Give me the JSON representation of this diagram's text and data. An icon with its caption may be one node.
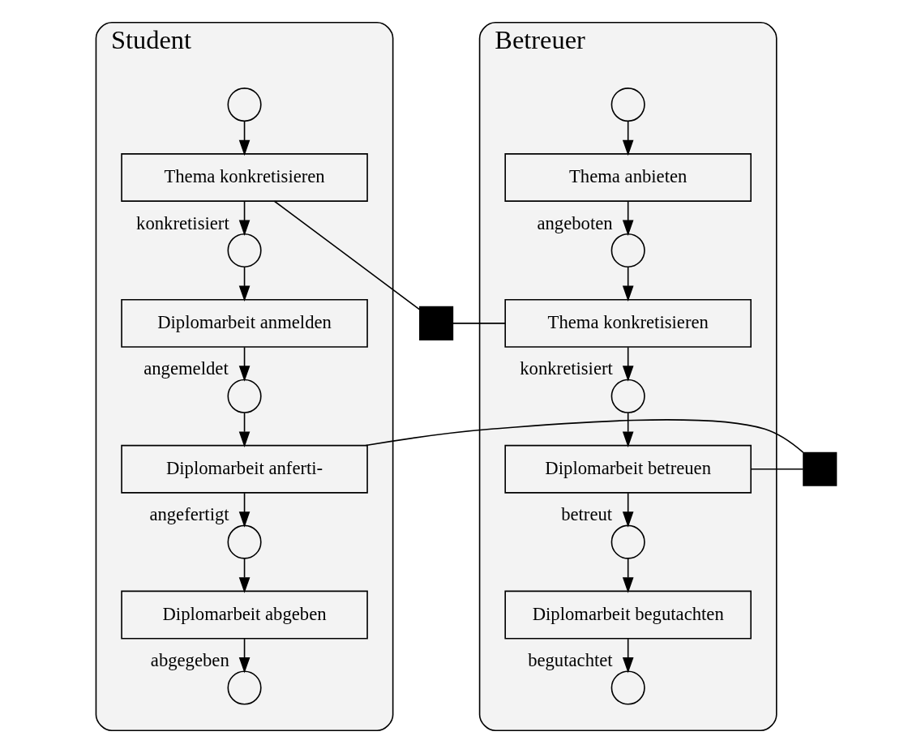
{
  "diagram": {
    "nodes": [
      {
        "text": [
          "Student"
        ]
      },
      {
        "text": [],
        "shape": "circle",
        "in": 0
      },
      {
        "text": [
          "Thema konkretisieren"
        ],
        "in": 0
      },
      {
        "text": [],
        "shape": "circle",
        "in": 0,
        "beside": [
          "konkretisiert"
        ]
      },
      {
        "text": [
          "Diplomarbeit anmelden"
        ],
        "in": 0
      },
      {
        "text": [],
        "shape": "circle",
        "in": 0,
        "beside": [
          "angemeldet"
        ]
      },
      {
        "text": [
          "Diplomarbeit anferti-"
        ],
        "in": 0
      },
      {
        "text": [],
        "shape": "circle",
        "in": 0,
        "beside": [
          "angefertigt"
        ]
      },
      {
        "text": [
          "Diplomarbeit abgeben"
        ],
        "in": 0
      },
      {
        "text": [],
        "shape": "circle",
        "in": 0,
        "beside": [
          "abgegeben"
        ]
      },
      {
        "text": [
          "Betreuer"
        ]
      },
      {
        "text": [],
        "shape": "circle",
        "in": 10
      },
      {
        "text": [
          "Thema anbieten"
        ],
        "in": 10
      },
      {
        "text": [],
        "shape": "circle",
        "in": 10,
        "beside": [
          "angeboten"
        ]
      },
      {
        "text": [
          "Thema konkretisieren"
        ],
        "in": 10
      },
      {
        "text": [],
        "shape": "circle",
        "in": 10,
        "beside": [
          "konkretisiert"
        ]
      },
      {
        "text": [
          "Diplomarbeit betreuen"
        ],
        "in": 10
      },
      {
        "text": [],
        "shape": "circle",
        "in": 10,
        "beside": [
          "betreut"
        ]
      },
      {
        "text": [
          "Diplomarbeit begutachten"
        ],
        "in": 10
      },
      {
        "text": [],
        "shape": "circle",
        "in": 10,
        "beside": [
          "begutachtet"
        ]
      },
      {
        "text": [],
        "shape": "box"
      },
      {
        "text": [],
        "shape": "box"
      }
    ],
    "edges": [
      {
        "from": 1,
        "to": 2,
        "arrow": "to"
      },
      {
        "from": 2,
        "to": 3,
        "arrow": "to"
      },
      {
        "from": 3,
        "to": 4,
        "arrow": "to"
      },
      {
        "from": 4,
        "to": 5,
        "arrow": "to"
      },
      {
        "from": 5,
        "to": 6,
        "arrow": "to"
      },
      {
        "from": 6,
        "to": 7,
        "arrow": "to"
      },
      {
        "from": 7,
        "to": 8,
        "arrow": "to"
      },
      {
        "from": 8,
        "to": 9,
        "arrow": "to"
      },
      {
        "from": 11,
        "to": 12,
        "arrow": "to"
      },
      {
        "from": 12,
        "to": 13,
        "arrow": "to"
      },
      {
        "from": 13,
        "to": 14,
        "arrow": "to"
      },
      {
        "from": 14,
        "to": 15,
        "arrow": "to"
      },
      {
        "from": 15,
        "to": 16,
        "arrow": "to"
      },
      {
        "from": 16,
        "to": 17,
        "arrow": "to"
      },
      {
        "from": 17,
        "to": 18,
        "arrow": "to"
      },
      {
        "from": 18,
        "to": 19,
        "arrow": "to"
      },
      {
        "from": 2,
        "to": 20,
        "arrow": "none"
      },
      {
        "from": 20,
        "to": 14,
        "arrow": "none"
      },
      {
        "from": 6,
        "to": 21,
        "arrow": "none"
      },
      {
        "from": 21,
        "to": 16,
        "arrow": "none"
      }
    ]
  }
}
